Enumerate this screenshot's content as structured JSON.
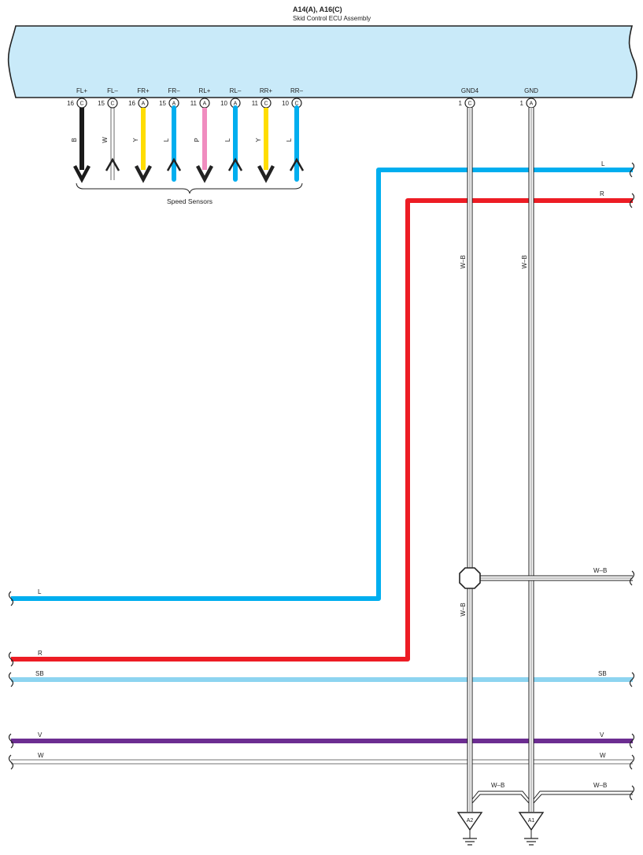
{
  "ecu": {
    "connector_title": "A14(A), A16(C)",
    "name": "Skid Control ECU Assembly"
  },
  "sensor_group_label": "Speed Sensors",
  "pins": [
    {
      "name": "FL+",
      "num": "16",
      "conn": "C",
      "wire_code": "B",
      "color": "#1b1b1b",
      "direction": "down"
    },
    {
      "name": "FL–",
      "num": "15",
      "conn": "C",
      "wire_code": "W",
      "color": "#ffffff",
      "direction": "up"
    },
    {
      "name": "FR+",
      "num": "16",
      "conn": "A",
      "wire_code": "Y",
      "color": "#ffdd00",
      "direction": "down"
    },
    {
      "name": "FR–",
      "num": "15",
      "conn": "A",
      "wire_code": "L",
      "color": "#00aeef",
      "direction": "up"
    },
    {
      "name": "RL+",
      "num": "11",
      "conn": "A",
      "wire_code": "P",
      "color": "#f08cbf",
      "direction": "down"
    },
    {
      "name": "RL–",
      "num": "10",
      "conn": "A",
      "wire_code": "L",
      "color": "#00aeef",
      "direction": "up"
    },
    {
      "name": "RR+",
      "num": "11",
      "conn": "C",
      "wire_code": "Y",
      "color": "#ffdd00",
      "direction": "down"
    },
    {
      "name": "RR–",
      "num": "10",
      "conn": "C",
      "wire_code": "L",
      "color": "#00aeef",
      "direction": "up"
    }
  ],
  "ground_pins": [
    {
      "name": "GND4",
      "num": "1",
      "conn": "C",
      "wire_code": "W–B"
    },
    {
      "name": "GND",
      "num": "1",
      "conn": "A",
      "wire_code": "W–B"
    }
  ],
  "ground_points": [
    {
      "label": "A2"
    },
    {
      "label": "A1"
    }
  ],
  "wires": {
    "l_top": "L",
    "r_top": "R",
    "l_left": "L",
    "r_left": "R",
    "sb_left": "SB",
    "sb_right": "SB",
    "v_left": "V",
    "v_right": "V",
    "w_left": "W",
    "w_right": "W",
    "splice_out": "W–B",
    "gnd4_lower": "W–B",
    "ground_link": "W–B",
    "ground_out": "W–B"
  },
  "colors": {
    "ecu_fill": "#c9eaf9",
    "blue": "#00aeef",
    "red": "#ed1c24",
    "sky_blue": "#8dd4f0",
    "violet": "#6c2d91",
    "black": "#1b1b1b",
    "outline": "#222222"
  }
}
